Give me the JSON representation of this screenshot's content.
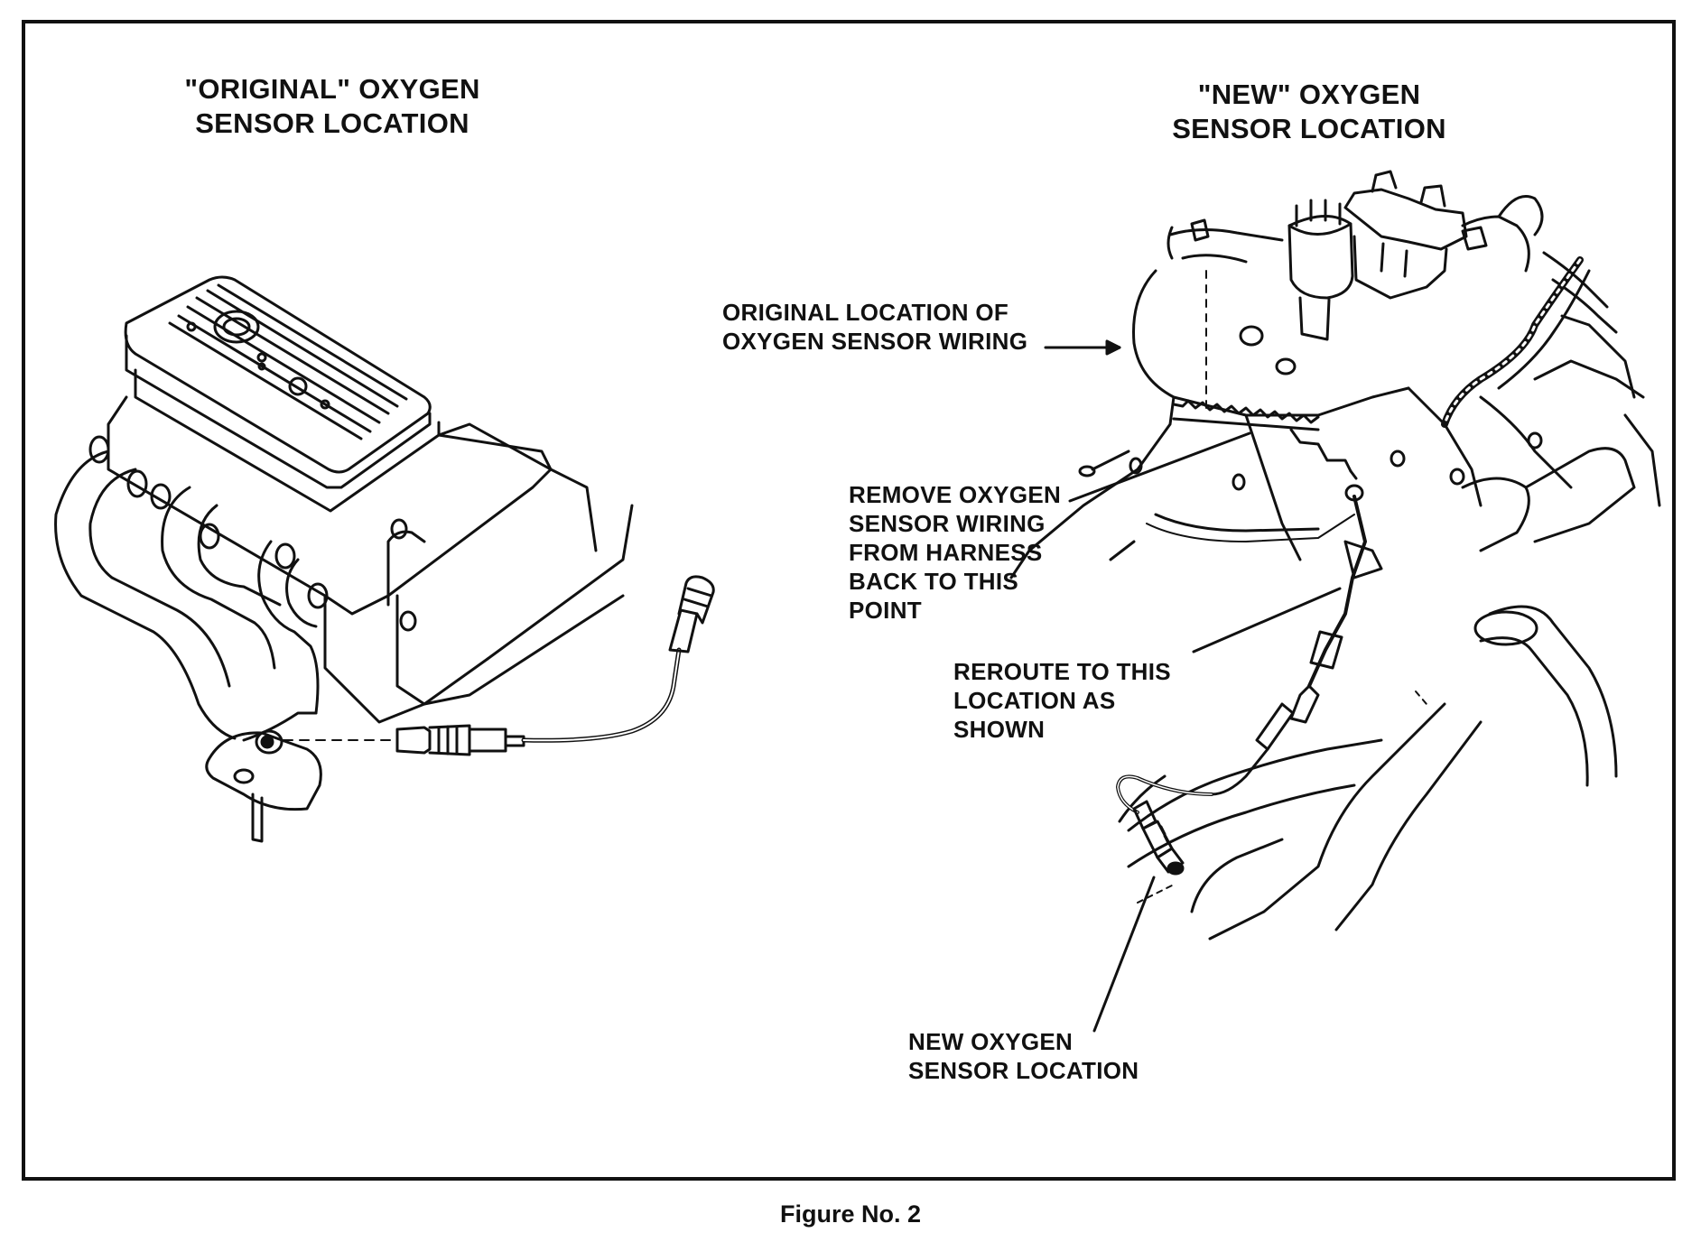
{
  "figure": {
    "caption": "Figure No. 2"
  },
  "left_panel": {
    "title_lines": [
      "\"ORIGINAL\" OXYGEN",
      "SENSOR LOCATION"
    ]
  },
  "right_panel": {
    "title_lines": [
      "\"NEW\" OXYGEN",
      "SENSOR LOCATION"
    ],
    "callouts": {
      "original_wiring": [
        "ORIGINAL LOCATION OF",
        "OXYGEN SENSOR WIRING"
      ],
      "remove_wiring": [
        "REMOVE OXYGEN",
        "SENSOR WIRING",
        "FROM HARNESS",
        "BACK TO THIS",
        "POINT"
      ],
      "reroute": [
        "REROUTE TO THIS",
        "LOCATION AS",
        "SHOWN"
      ],
      "new_location": [
        "NEW OXYGEN",
        "SENSOR LOCATION"
      ]
    }
  }
}
